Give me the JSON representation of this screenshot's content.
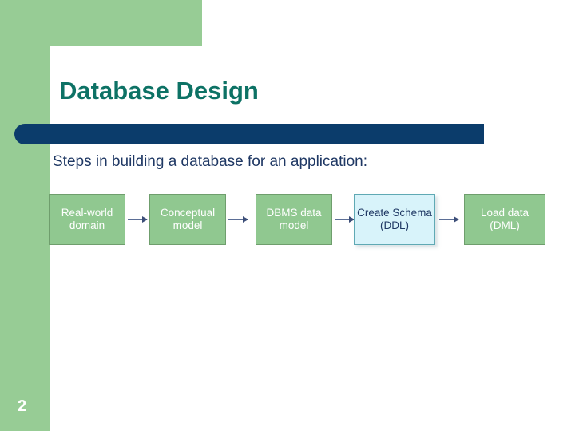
{
  "slide": {
    "title": "Database Design",
    "subtitle": "Steps in building a database for an application:",
    "page_number": "2"
  },
  "theme": {
    "accent_green": "#97cc95",
    "title_teal": "#0d7265",
    "navy_bar": "#0b3c6b",
    "subtitle_navy": "#1f3864",
    "box_green_fill": "#90c890",
    "box_green_border": "#6f9e6d",
    "box_highlight_fill": "#d8f3fa",
    "box_highlight_border": "#5fa9b4",
    "arrow_color": "#5b6e96"
  },
  "flow": {
    "steps": [
      {
        "label": "Real-world domain",
        "highlighted": false
      },
      {
        "label": "Conceptual model",
        "highlighted": false
      },
      {
        "label": "DBMS data model",
        "highlighted": false
      },
      {
        "label": "Create Schema (DDL)",
        "highlighted": true
      },
      {
        "label": "Load data (DML)",
        "highlighted": false
      }
    ],
    "arrows": 4
  }
}
